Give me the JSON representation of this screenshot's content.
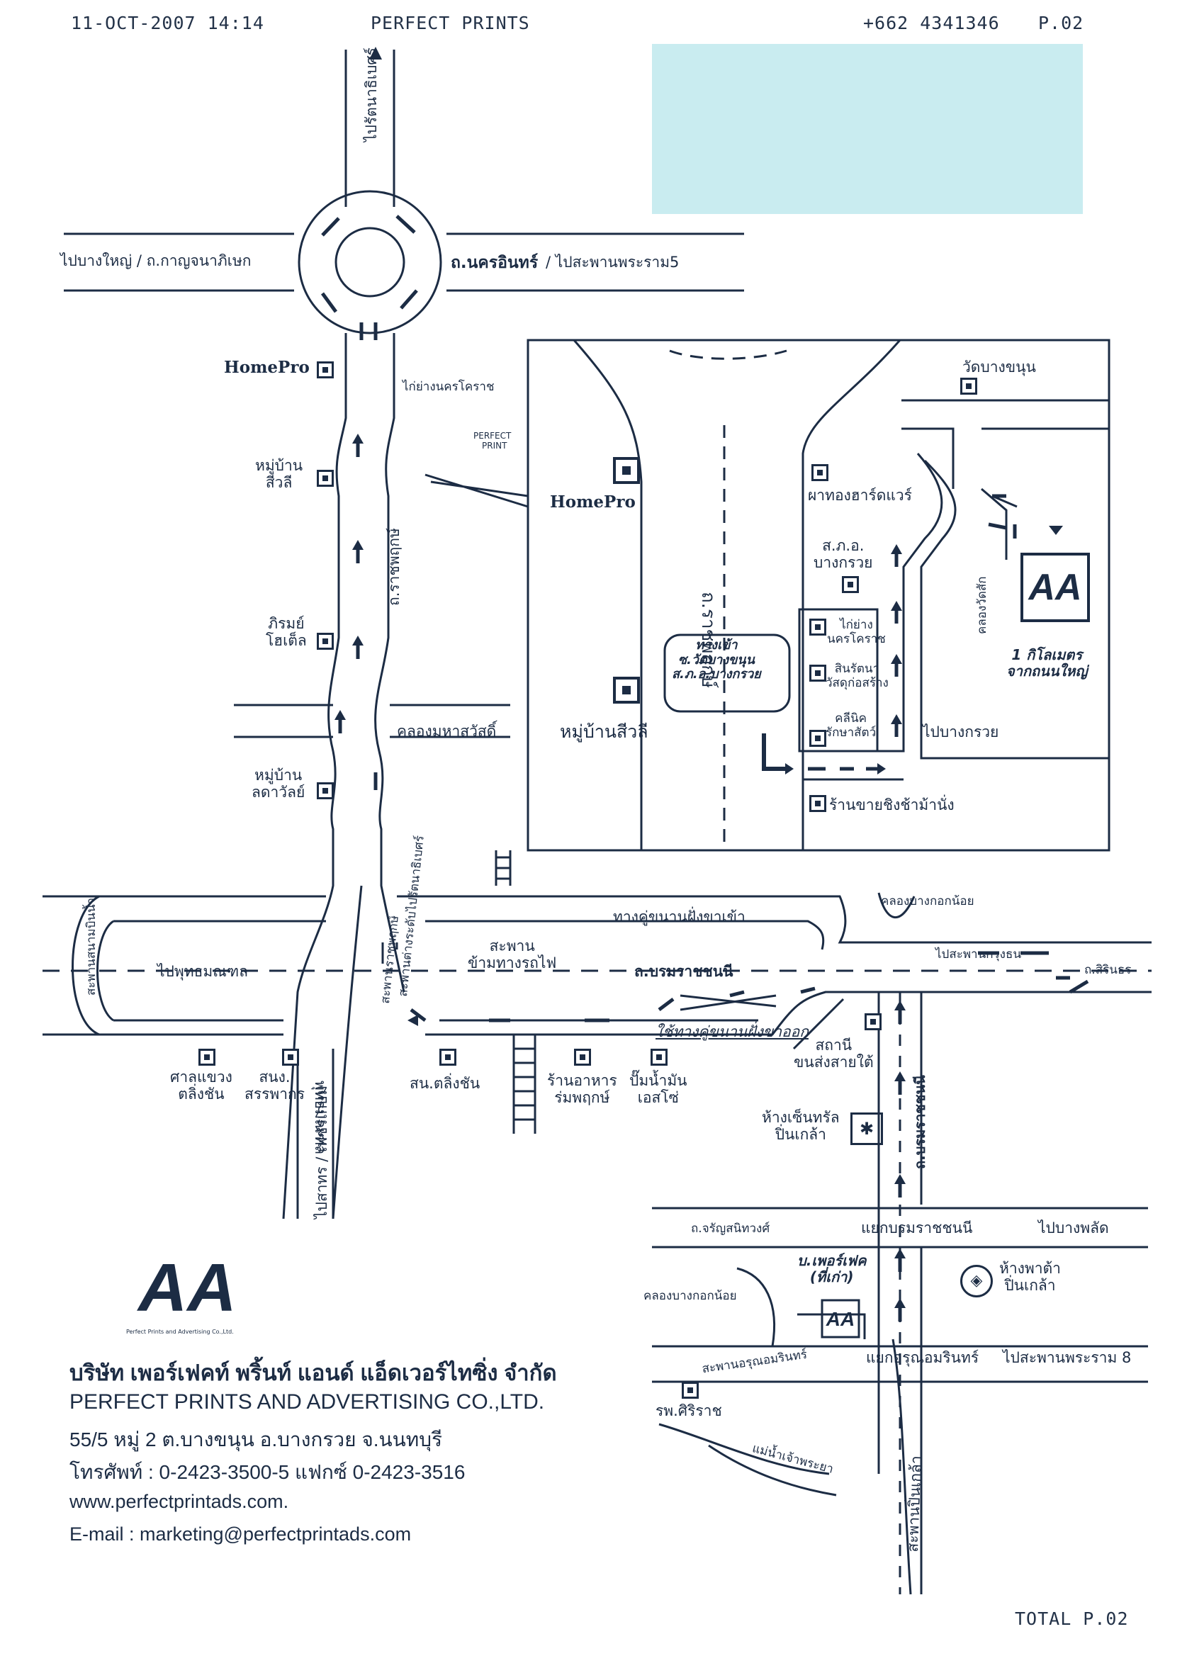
{
  "fax_header": {
    "datetime": "11-OCT-2007  14:14",
    "sender": "PERFECT PRINTS",
    "phone": "+662 4341346",
    "page": "P.02"
  },
  "fax_footer": {
    "total": "TOTAL P.02"
  },
  "sticky_note_color": "#c9ecf0",
  "map": {
    "top_road": "ไปรัตนาธิเบศร์",
    "left_road": "ไปบางใหญ่ / ถ.กาญจนาภิเษก",
    "right_road_bold": "ถ.นครอินทร์",
    "right_road": "/ ไปสะพานพระราม5",
    "homepro": "HomePro",
    "kaiyang_small": "ไก่ย่างนครโคราช",
    "perfect_print_line1": "PERFECT",
    "perfect_print_line2": "PRINT",
    "village_siwali": "หมู่บ้าน\nสีวลี",
    "main_road": "ถ.ราชพฤกษ์",
    "hotel_phirom": "ภิรมย์\nโฮเต็ล",
    "canal_mahasawat": "คลองมหาสวัสดิ์",
    "village_ladawan": "หมู่บ้าน\nลดาวัลย์",
    "bridge_ratanathibet": "สะพานต่างระดับไปรัตนาธิเบศร์",
    "bridge_ratchaphruek": "สะพานราชพฤกษ์",
    "canal_bangkok_noi_top": "คลองบางกอกน้อย",
    "frontage_west": "ทางคู่ขนานฝั่งขาเข้า",
    "to_krungthon": "ไปสะพานกรุงธน",
    "sirinthorn": "ถ.สิรินธร",
    "to_phutthamonthon": "ไปพุทธมณฑล",
    "railway_bridge": "สะพาน\nข้ามทางรถไฟ",
    "borommaratchachonnani": "ถ.บรมราชชนนี",
    "frontage_east": "ใช้ทางคู่ขนานฝั่งขาออก",
    "bridge_sanambin": "สะพานสนามบินน้ำ",
    "sala_chalingchan": "ศาลแขวง\nตลิ่งชัน",
    "revenue_office": "สนง.\nสรรพากร",
    "police_chalingchan": "สน.ตลิ่งชัน",
    "restaurant": "ร้านอาหาร\nร่มพฤกษ์",
    "gas_station": "ปั๊มน้ำมัน\nเอสโซ่",
    "bus_terminal": "สถานี\nขนส่งสายใต้",
    "central_pinklao": "ห้างเซ็นทรัล\nปิ่นเกล้า",
    "to_sathorn": "ไปสาทร / เพชรเกษม",
    "phutthamonthon_sai": "พุทธมณฑล",
    "borom_south": "ถ.บรมราชชนนี"
  },
  "inset": {
    "wat_bangkhanun": "วัดบางขนุน",
    "pha_thong": "ผาทองฮาร์ดแวร์",
    "police_bangkruai": "ส.ภ.อ.\nบางกรวย",
    "road": "ถ.ราชพฤกษ์",
    "homepro": "HomePro",
    "kaiyang": "ไก่ย่าง\nนครโคราช",
    "sinrat": "สินรัตนา\nวัสดุก่อสร้าง",
    "clinic": "คลีนิค\nรักษาสัตว์",
    "shop": "ร้านขายชิงช้าม้านั่ง",
    "to_bangkruai": "ไปบางกรวย",
    "canal_wat_sak": "คลองวัดสัก",
    "distance": "1 กิโลเมตร\nจากถนนใหญ่",
    "village_siwali": "หมู่บ้านสีวลี",
    "entrance": "ทางเข้า\nซ.วัดบางขนุน\nส.ภ.อ.บางกรวย"
  },
  "lower_inset": {
    "charansanitwong": "ถ.จรัญสนิทวงศ์",
    "borom_junction": "แยกบรมราชชนนี",
    "to_bangphlat": "ไปบางพลัด",
    "company_old": "บ.เพอร์เฟค\n(ที่เก่า)",
    "canal_bangkok_noi": "คลองบางกอกน้อย",
    "pata_pinklao": "ห้างพาต้า\nปิ่นเกล้า",
    "bridge_arun": "สะพานอรุณอมรินทร์",
    "arun_junction": "แยกอรุณอมรินทร์",
    "to_rama8": "ไปสะพานพระราม 8",
    "siriraj": "รพ.ศิริราช",
    "chao_phraya": "แม่น้ำเจ้าพระยา",
    "pinklao_bridge": "สะพานปิ่นเกล้า"
  },
  "company": {
    "logo_text": "AA",
    "logo_caption": "Perfect Prints and Advertising Co.,Ltd.",
    "name_th": "บริษัท เพอร์เฟคท์ พริ้นท์ แอนด์ แอ็ดเวอร์ไทซิ่ง จำกัด",
    "name_en": "PERFECT PRINTS AND ADVERTISING CO.,LTD.",
    "address": "55/5 หมู่ 2 ต.บางขนุน อ.บางกรวย จ.นนทบุรี",
    "phone": "โทรศัพท์ : 0-2423-3500-5  แฟกซ์ 0-2423-3516",
    "website": "www.perfectprintads.com.",
    "email": "E-mail : marketing@perfectprintads.com"
  }
}
